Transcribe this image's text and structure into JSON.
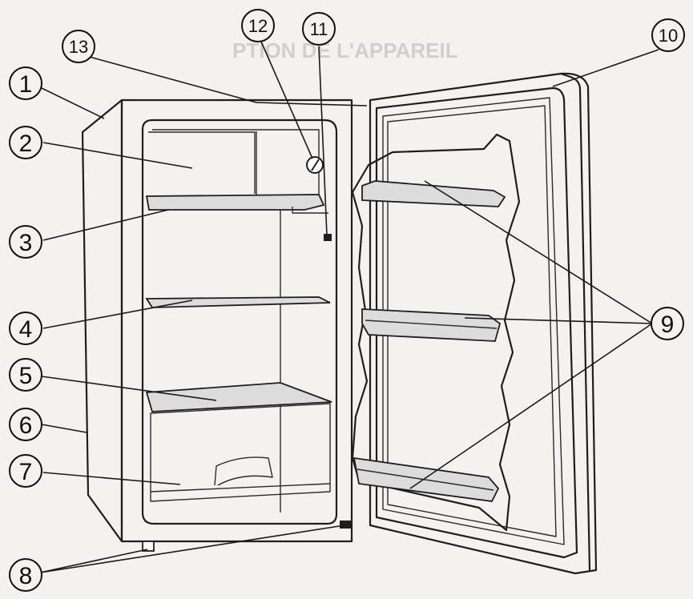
{
  "diagram": {
    "background_text": "PTION DE L'APPAREIL",
    "callouts": [
      {
        "id": "1",
        "label": "1"
      },
      {
        "id": "2",
        "label": "2"
      },
      {
        "id": "3",
        "label": "3"
      },
      {
        "id": "4",
        "label": "4"
      },
      {
        "id": "5",
        "label": "5"
      },
      {
        "id": "6",
        "label": "6"
      },
      {
        "id": "7",
        "label": "7"
      },
      {
        "id": "8",
        "label": "8"
      },
      {
        "id": "9",
        "label": "9"
      },
      {
        "id": "10",
        "label": "10"
      },
      {
        "id": "11",
        "label": "11"
      },
      {
        "id": "12",
        "label": "12"
      },
      {
        "id": "13",
        "label": "13"
      }
    ],
    "colors": {
      "line": "#1e1e1e",
      "background": "#f4f2ee",
      "shelf_fill": "#dcdcdc"
    }
  }
}
